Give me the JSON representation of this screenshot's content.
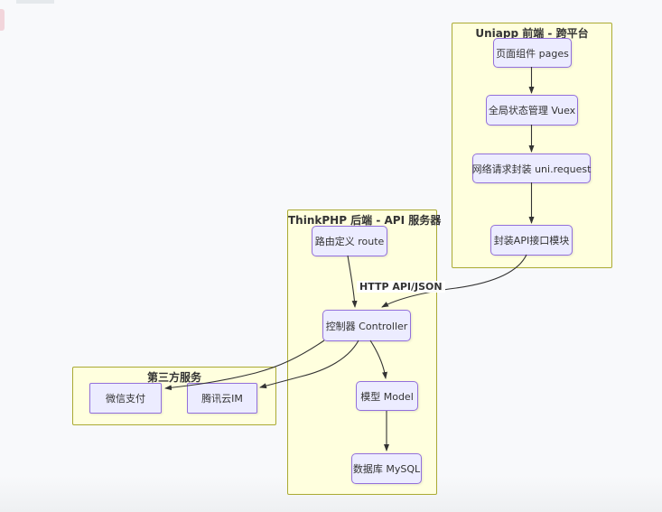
{
  "diagram": {
    "edge_label": "HTTP API/JSON",
    "groups": [
      {
        "id": "uniapp",
        "title": "Uniapp 前端 - 跨平台",
        "nodes": [
          {
            "id": "pages",
            "label": "页面组件 pages"
          },
          {
            "id": "vuex",
            "label": "全局状态管理 Vuex"
          },
          {
            "id": "uni_request",
            "label": "网络请求封装 uni.request"
          },
          {
            "id": "api_module",
            "label": "封装API接口模块"
          }
        ]
      },
      {
        "id": "thinkphp",
        "title": "ThinkPHP 后端 - API 服务器",
        "nodes": [
          {
            "id": "route",
            "label": "路由定义 route"
          },
          {
            "id": "controller",
            "label": "控制器 Controller"
          },
          {
            "id": "model",
            "label": "模型 Model"
          },
          {
            "id": "mysql",
            "label": "数据库 MySQL"
          }
        ]
      },
      {
        "id": "third_party",
        "title": "第三方服务",
        "nodes": [
          {
            "id": "wechat_pay",
            "label": "微信支付"
          },
          {
            "id": "tencent_im",
            "label": "腾讯云IM"
          }
        ]
      }
    ],
    "edges": [
      {
        "from": "pages",
        "to": "vuex"
      },
      {
        "from": "vuex",
        "to": "uni_request"
      },
      {
        "from": "uni_request",
        "to": "api_module"
      },
      {
        "from": "api_module",
        "to": "controller",
        "label": "HTTP API/JSON"
      },
      {
        "from": "route",
        "to": "controller"
      },
      {
        "from": "controller",
        "to": "model"
      },
      {
        "from": "model",
        "to": "mysql"
      },
      {
        "from": "controller",
        "to": "wechat_pay"
      },
      {
        "from": "controller",
        "to": "tencent_im"
      }
    ]
  },
  "colors": {
    "node_fill": "#ECECFF",
    "node_border": "#9370DB",
    "group_fill": "#FFFFDE",
    "group_border": "#AAAA33",
    "edge": "#333333",
    "canvas_bg": "#F8F9FB"
  }
}
